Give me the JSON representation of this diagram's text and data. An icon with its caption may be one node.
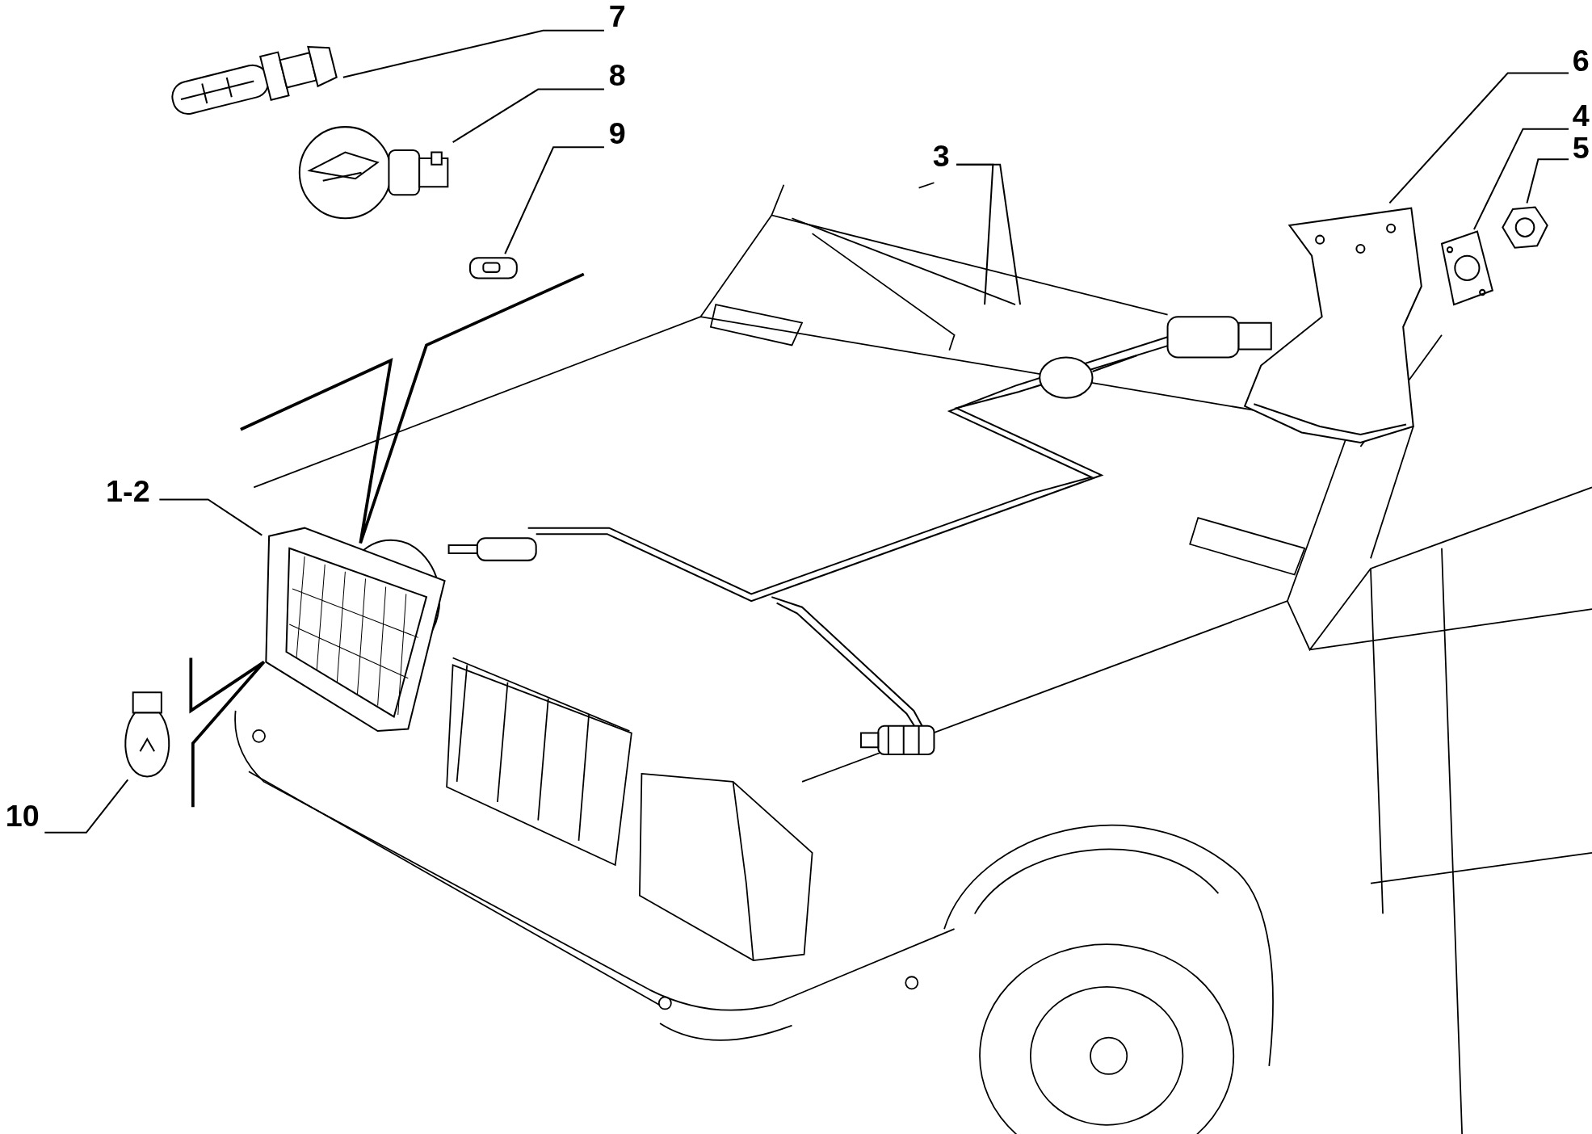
{
  "diagram": {
    "nodes": [
      {
        "text": [
          "7"
        ]
      },
      {
        "text": [],
        "shape": "picture"
      },
      {
        "text": [
          "8"
        ]
      },
      {
        "text": [],
        "shape": "picture"
      },
      {
        "text": [
          "9"
        ]
      },
      {
        "text": [],
        "shape": "picture"
      },
      {
        "text": [
          "3"
        ]
      },
      {
        "text": [],
        "shape": "picture"
      },
      {
        "text": [
          "6"
        ]
      },
      {
        "text": [],
        "shape": "picture"
      },
      {
        "text": [
          "4"
        ]
      },
      {
        "text": [],
        "shape": "picture"
      },
      {
        "text": [
          "5"
        ]
      },
      {
        "text": [],
        "shape": "picture"
      },
      {
        "text": [
          "1-2"
        ]
      },
      {
        "text": [],
        "shape": "picture"
      },
      {
        "text": [
          "10"
        ]
      },
      {
        "text": [],
        "shape": "picture"
      }
    ],
    "edges": [
      {
        "from": 0,
        "to": 1,
        "arrow": "none"
      },
      {
        "from": 2,
        "to": 3,
        "arrow": "none"
      },
      {
        "from": 4,
        "to": 5,
        "arrow": "none"
      },
      {
        "from": 6,
        "to": 7,
        "arrow": "none"
      },
      {
        "from": 6,
        "to": 7,
        "arrow": "none"
      },
      {
        "from": 8,
        "to": 9,
        "arrow": "none"
      },
      {
        "from": 10,
        "to": 11,
        "arrow": "none"
      },
      {
        "from": 12,
        "to": 13,
        "arrow": "none"
      },
      {
        "from": 14,
        "to": 15,
        "arrow": "none"
      },
      {
        "from": 16,
        "to": 17,
        "arrow": "none"
      }
    ]
  }
}
